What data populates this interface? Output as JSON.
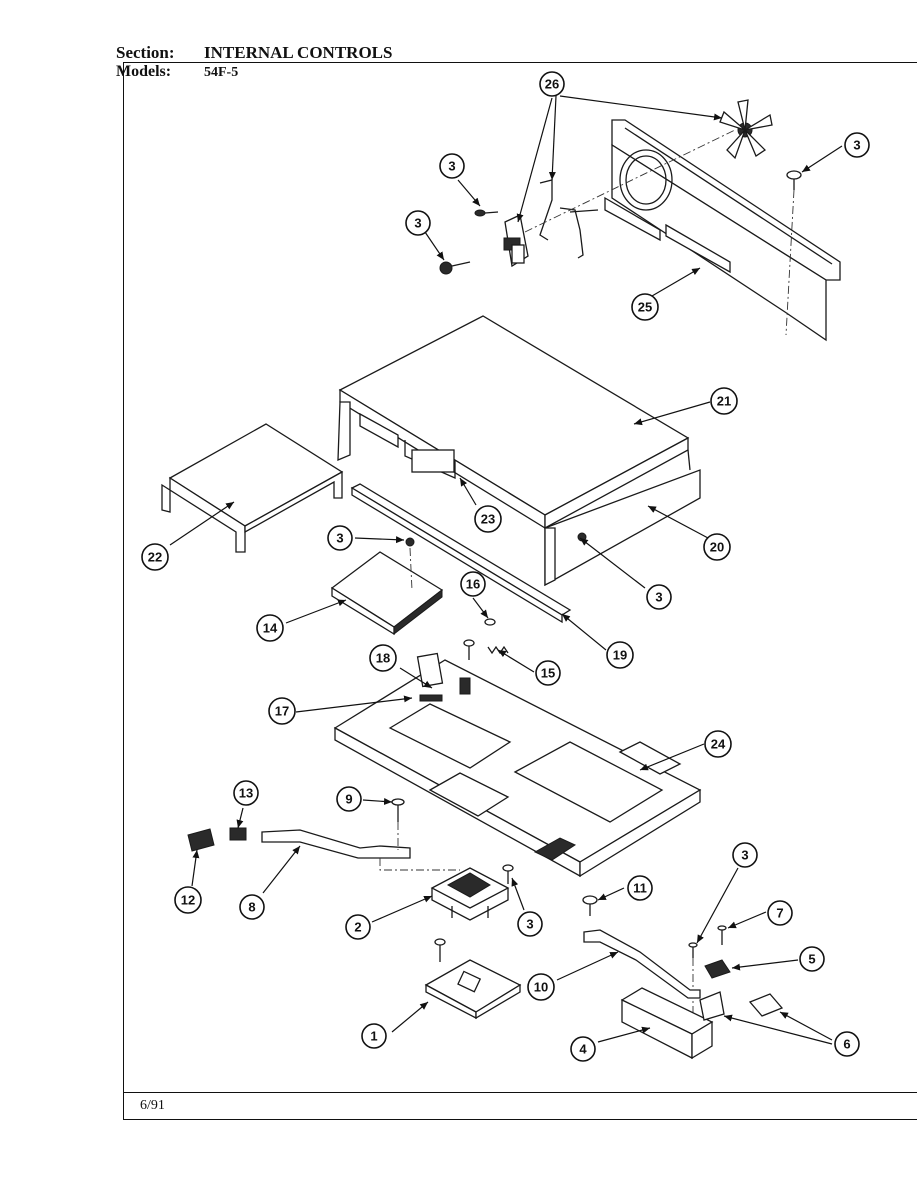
{
  "header": {
    "section_label": "Section:",
    "section_value": "INTERNAL CONTROLS",
    "models_label": "Models:",
    "models_value": "54F-5"
  },
  "footer": {
    "date": "6/91"
  },
  "callouts": [
    {
      "id": "c26",
      "label": "26"
    },
    {
      "id": "c3a",
      "label": "3"
    },
    {
      "id": "c3b",
      "label": "3"
    },
    {
      "id": "c3c",
      "label": "3"
    },
    {
      "id": "c25",
      "label": "25"
    },
    {
      "id": "c21",
      "label": "21"
    },
    {
      "id": "c22",
      "label": "22"
    },
    {
      "id": "c23",
      "label": "23"
    },
    {
      "id": "c20",
      "label": "20"
    },
    {
      "id": "c3d",
      "label": "3"
    },
    {
      "id": "c3e",
      "label": "3"
    },
    {
      "id": "c14",
      "label": "14"
    },
    {
      "id": "c16",
      "label": "16"
    },
    {
      "id": "c19",
      "label": "19"
    },
    {
      "id": "c18",
      "label": "18"
    },
    {
      "id": "c15",
      "label": "15"
    },
    {
      "id": "c17",
      "label": "17"
    },
    {
      "id": "c24",
      "label": "24"
    },
    {
      "id": "c13",
      "label": "13"
    },
    {
      "id": "c9",
      "label": "9"
    },
    {
      "id": "c12",
      "label": "12"
    },
    {
      "id": "c8",
      "label": "8"
    },
    {
      "id": "c2",
      "label": "2"
    },
    {
      "id": "c3f",
      "label": "3"
    },
    {
      "id": "c3g",
      "label": "3"
    },
    {
      "id": "c11",
      "label": "11"
    },
    {
      "id": "c7",
      "label": "7"
    },
    {
      "id": "c5",
      "label": "5"
    },
    {
      "id": "c10",
      "label": "10"
    },
    {
      "id": "c1",
      "label": "1"
    },
    {
      "id": "c4",
      "label": "4"
    },
    {
      "id": "c6",
      "label": "6"
    }
  ]
}
